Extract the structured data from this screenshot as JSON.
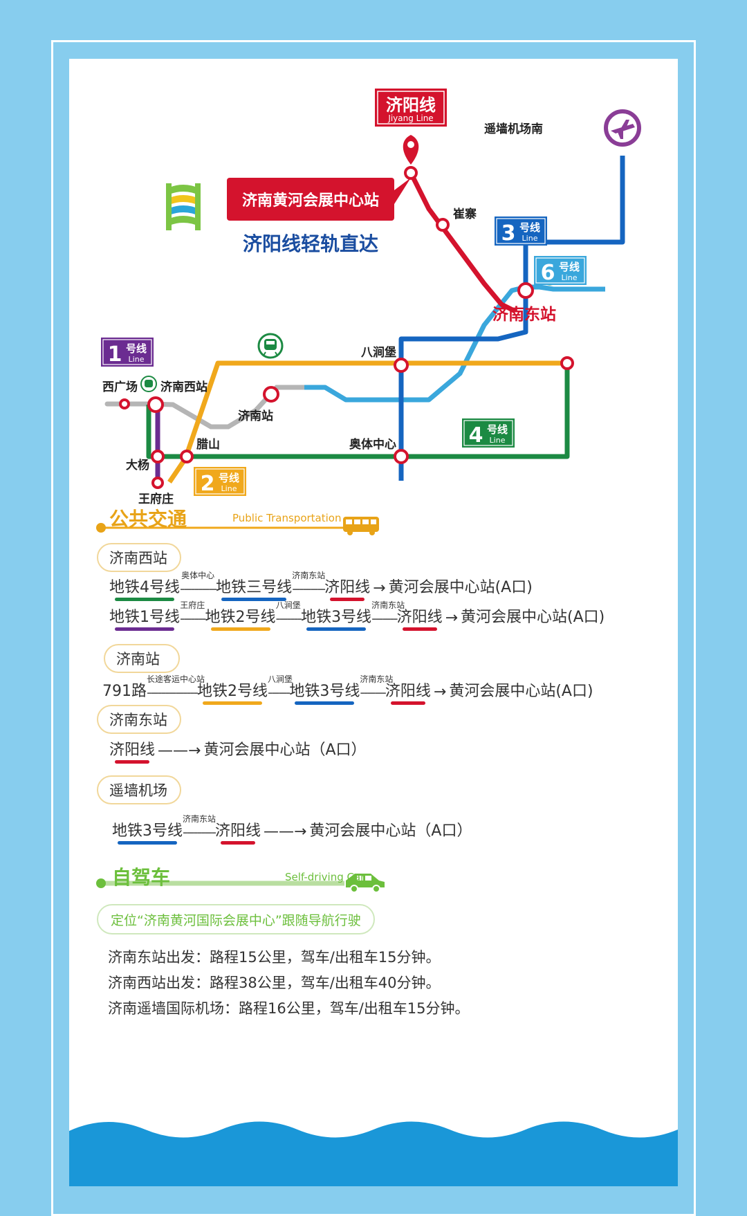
{
  "colors": {
    "line1": "#6b2c91",
    "line2": "#f0a81c",
    "line3": "#1565c0",
    "line4": "#1c8a43",
    "line6": "#3aa7dc",
    "jiyang": "#d4132d",
    "gray": "#b5b5b5",
    "accent_gold": "#e8a317",
    "green_sec": "#6cbf3c"
  },
  "map": {
    "jiyang_label_cn": "济阳线",
    "jiyang_label_en": "Jiyang Line",
    "venue_station": "济南黄河会展中心站",
    "direct_text": "济阳线轻轨直达",
    "line_badges": [
      {
        "num": "1",
        "cn": "号线",
        "en": "Line"
      },
      {
        "num": "2",
        "cn": "号线",
        "en": "Line"
      },
      {
        "num": "3",
        "cn": "号线",
        "en": "Line"
      },
      {
        "num": "4",
        "cn": "号线",
        "en": "Line"
      },
      {
        "num": "6",
        "cn": "号线",
        "en": "Line"
      }
    ],
    "stations": {
      "cuizhai": "崔寨",
      "airport": "遥墙机场南",
      "east": "济南东站",
      "badongbao": "八涧堡",
      "xiguangchang": "西广场",
      "west": "济南西站",
      "jinan": "济南站",
      "lashan": "腊山",
      "aoti": "奥体中心",
      "dayang": "大杨",
      "wangfuzhuang": "王府庄"
    },
    "icons": [
      "logo-icon",
      "airport-plane-icon",
      "train-icon"
    ]
  },
  "public": {
    "title": "公共交通",
    "title_en": "Public Transportation",
    "west": {
      "label": "济南西站",
      "route1": {
        "s1": "地铁4号线",
        "v1": "奥体中心",
        "s2": "地铁三号线",
        "v2": "济南东站",
        "s3": "济阳线",
        "arrow": "→",
        "dest": "黄河会展中心站(A口)"
      },
      "route2": {
        "s1": "地铁1号线",
        "v1": "王府庄",
        "s2": "地铁2号线",
        "v2": "八涧堡",
        "s3": "地铁3号线",
        "v3": "济南东站",
        "s4": "济阳线",
        "arrow": "→",
        "dest": "黄河会展中心站(A口)"
      }
    },
    "jinan": {
      "label": "济南站",
      "route": {
        "s1": "791路",
        "v1": "长途客运中心站",
        "s2": "地铁2号线",
        "v2": "八涧堡",
        "s3": "地铁3号线",
        "v3": "济南东站",
        "s4": "济阳线",
        "arrow": "→",
        "dest": "黄河会展中心站(A口)"
      }
    },
    "east": {
      "label": "济南东站",
      "route": {
        "s1": "济阳线",
        "arrow": "——→",
        "dest": "黄河会展中心站（A口）"
      }
    },
    "airport": {
      "label": "遥墙机场",
      "route": {
        "s1": "地铁3号线",
        "v1": "济南东站",
        "s2": "济阳线",
        "arrow": "——→",
        "dest": "黄河会展中心站（A口）"
      }
    }
  },
  "driving": {
    "title": "自驾车",
    "title_en": "Self-driving Car",
    "nav": "定位“济南黄河国际会展中心”跟随导航行驶",
    "lines": [
      "济南东站出发：路程15公里，驾车/出租车15分钟。",
      "济南西站出发：路程38公里，驾车/出租车40分钟。",
      "济南遥墙国际机场：路程16公里，驾车/出租车15分钟。"
    ]
  }
}
